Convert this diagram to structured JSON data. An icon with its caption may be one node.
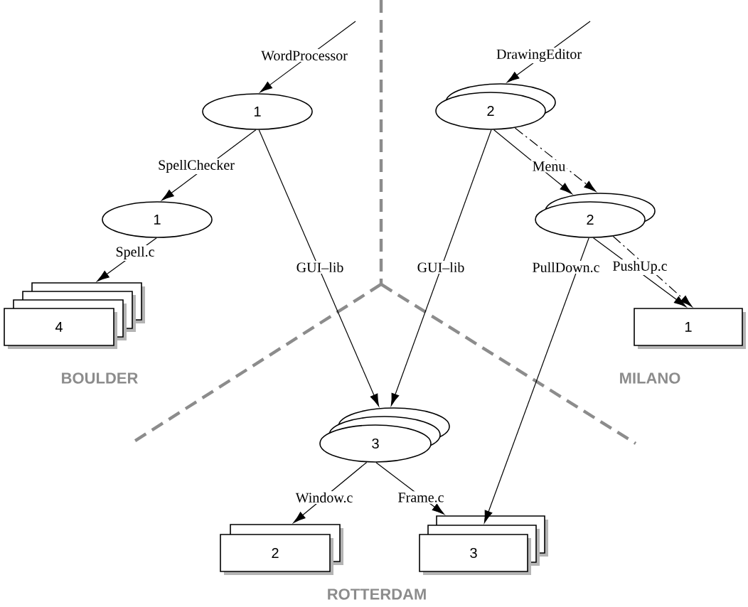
{
  "diagram": {
    "nodes": [
      {
        "text": [
          "1"
        ]
      },
      {
        "text": [
          "2"
        ]
      },
      {
        "text": [
          "1"
        ]
      },
      {
        "text": [
          "2"
        ]
      },
      {
        "text": [
          "4"
        ]
      },
      {
        "text": [
          "1"
        ]
      },
      {
        "text": [
          "3"
        ]
      },
      {
        "text": [
          "2"
        ]
      },
      {
        "text": [
          "3"
        ]
      }
    ],
    "edges": [
      {
        "from": null,
        "to": 0,
        "arrow": "to",
        "label": "WordProcessor"
      },
      {
        "from": 0,
        "to": 2,
        "arrow": "to",
        "label": "SpellChecker"
      },
      {
        "from": 2,
        "to": 4,
        "arrow": "to",
        "label": "Spell.c"
      },
      {
        "from": 0,
        "to": 6,
        "arrow": "to",
        "label": "GUI–lib"
      },
      {
        "from": null,
        "to": 1,
        "arrow": "to",
        "label": "DrawingEditor"
      },
      {
        "from": 1,
        "to": 6,
        "arrow": "to",
        "label": "GUI–lib"
      },
      {
        "from": 1,
        "to": 3,
        "arrow": "to",
        "label": "Menu"
      },
      {
        "from": 1,
        "to": 3,
        "arrow": "to",
        "style": "dashed"
      },
      {
        "from": 3,
        "to": 8,
        "arrow": "to",
        "label": "PullDown.c"
      },
      {
        "from": 3,
        "to": 5,
        "arrow": "to",
        "label": "PushUp.c"
      },
      {
        "from": 3,
        "to": 5,
        "arrow": "to",
        "style": "dashed"
      },
      {
        "from": 6,
        "to": 7,
        "arrow": "to",
        "label": "Window.c"
      },
      {
        "from": 6,
        "to": 8,
        "arrow": "to",
        "label": "Frame.c"
      }
    ],
    "labels": [
      "BOULDER",
      "MILANO",
      "ROTTERDAM"
    ]
  }
}
